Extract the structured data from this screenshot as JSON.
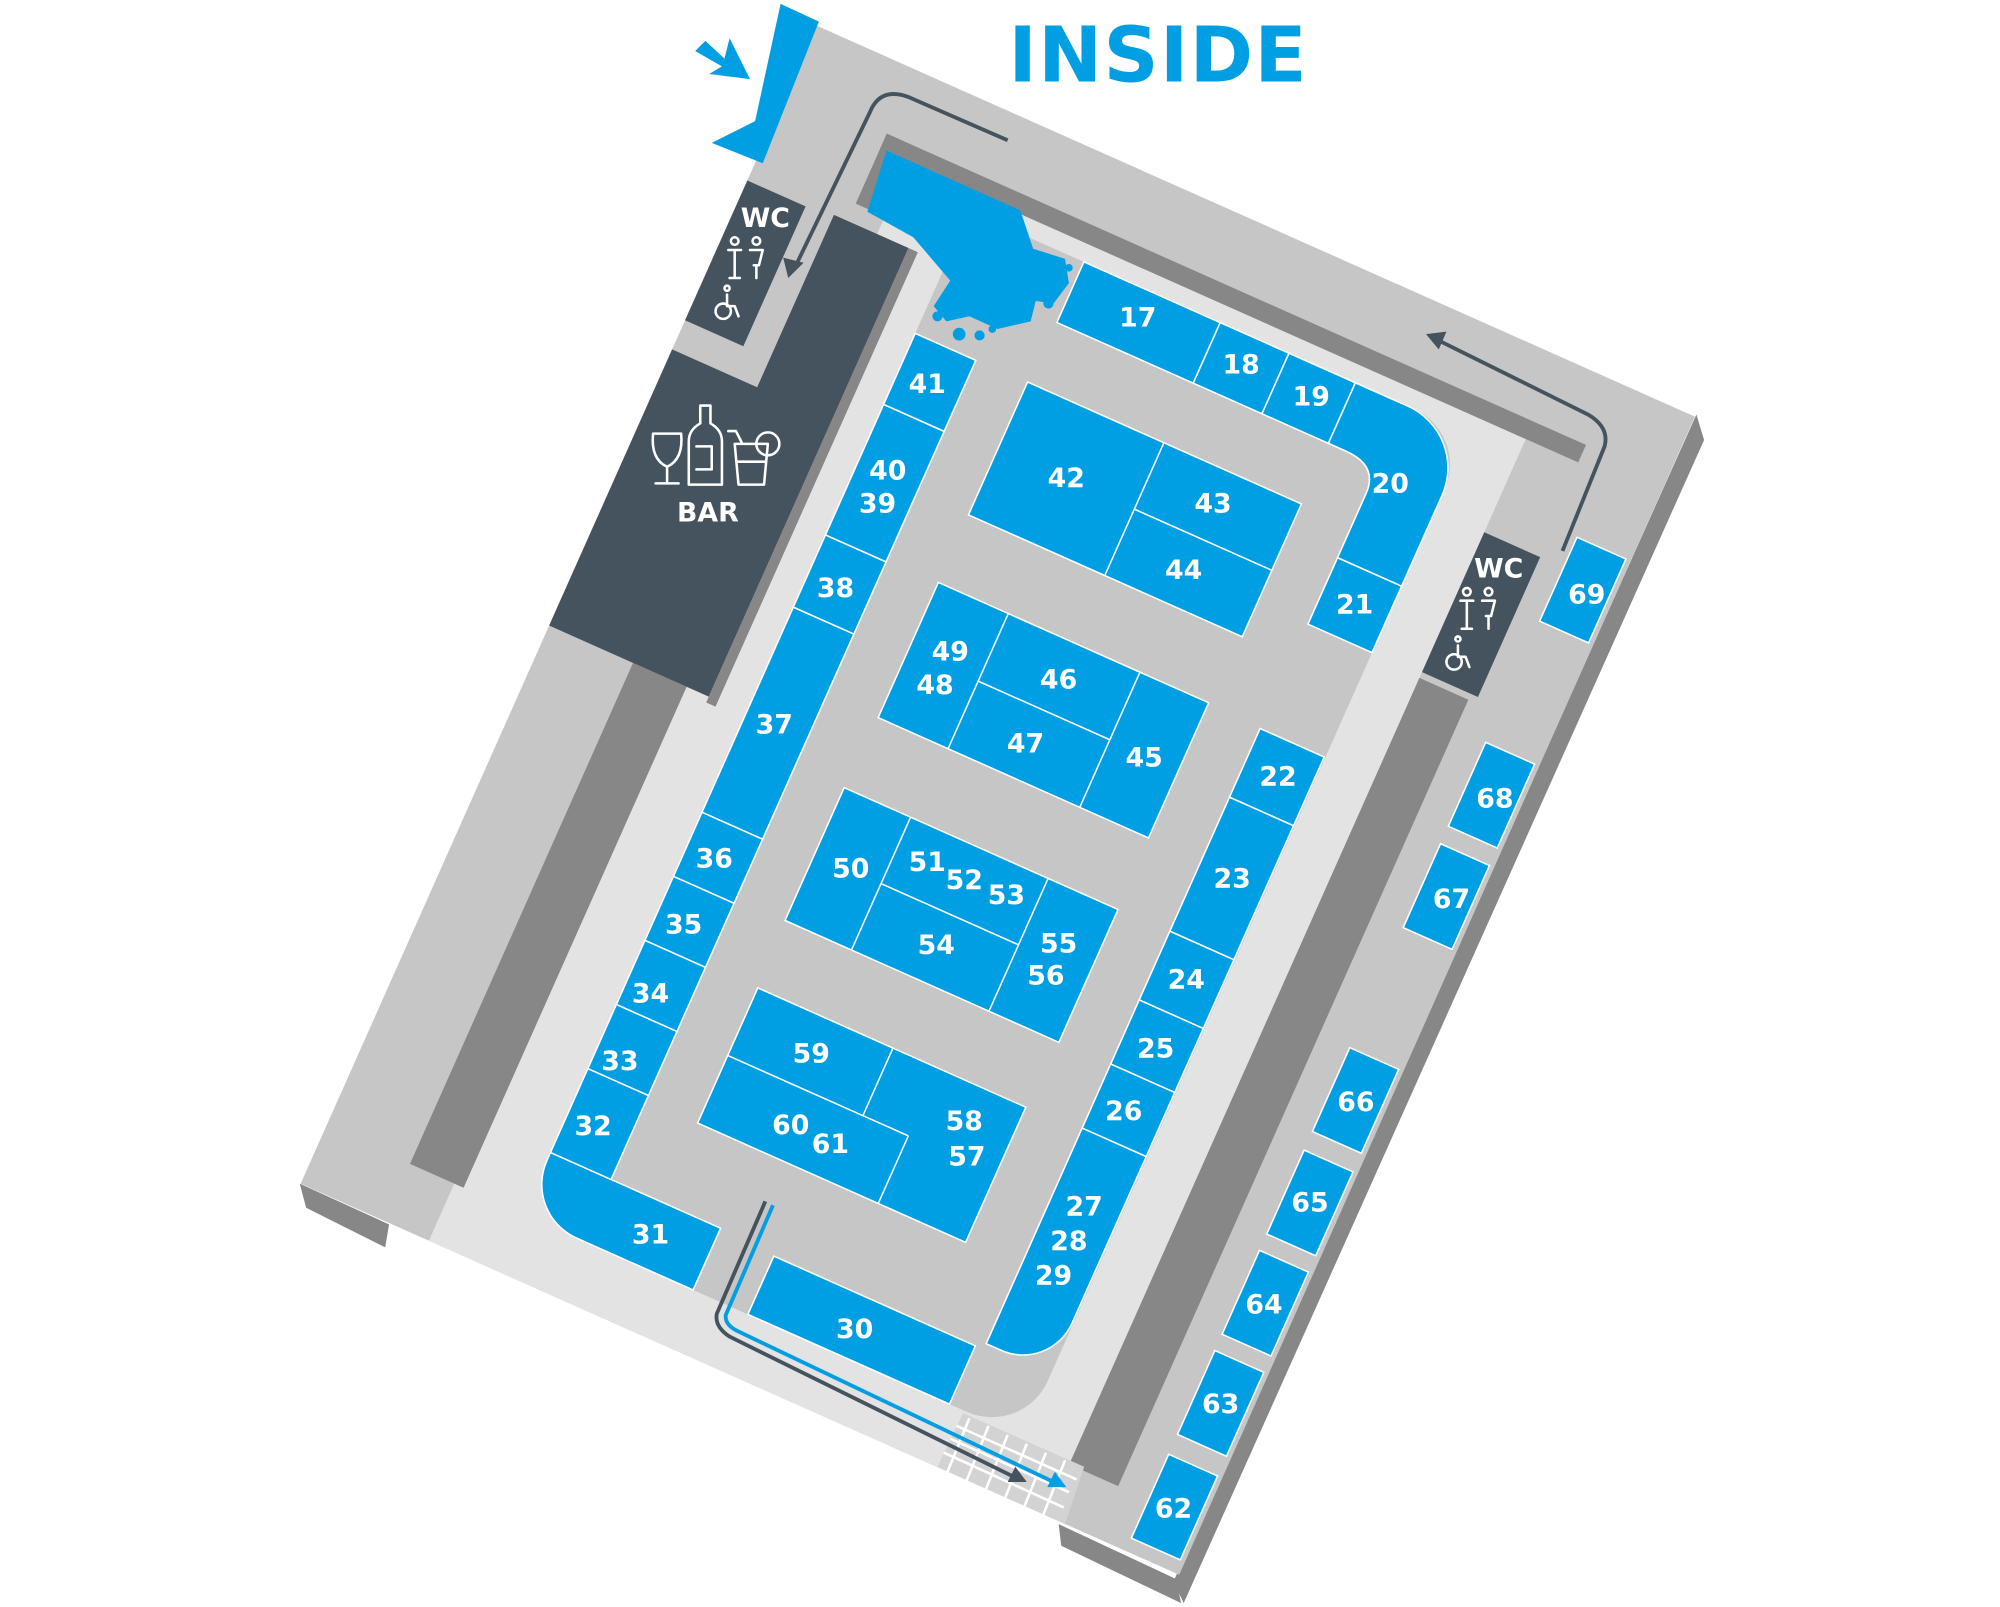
{
  "title": "INSIDE",
  "facilities": {
    "wc_left": "WC",
    "wc_right": "WC",
    "bar": "BAR"
  },
  "icons": [
    "entrance-arrow-icon",
    "wc-people-icon",
    "wheelchair-icon",
    "wine-glass-icon",
    "bottle-icon",
    "cocktail-icon",
    "fountain-icon",
    "stairs-icon",
    "direction-arrow-icon"
  ],
  "stalls": [
    "17",
    "18",
    "19",
    "20",
    "21",
    "22",
    "23",
    "24",
    "25",
    "26",
    "27",
    "28",
    "29",
    "30",
    "31",
    "32",
    "33",
    "34",
    "35",
    "36",
    "37",
    "38",
    "39",
    "40",
    "41",
    "42",
    "43",
    "44",
    "45",
    "46",
    "47",
    "48",
    "49",
    "50",
    "51",
    "52",
    "53",
    "54",
    "55",
    "56",
    "57",
    "58",
    "59",
    "60",
    "61",
    "62",
    "63",
    "64",
    "65",
    "66",
    "67",
    "68",
    "69"
  ],
  "colors": {
    "stall": "#009fe3",
    "facility": "#44535e",
    "corridor": "#c6c6c6",
    "wall": "#878787",
    "floor": "#e3e3e3"
  }
}
